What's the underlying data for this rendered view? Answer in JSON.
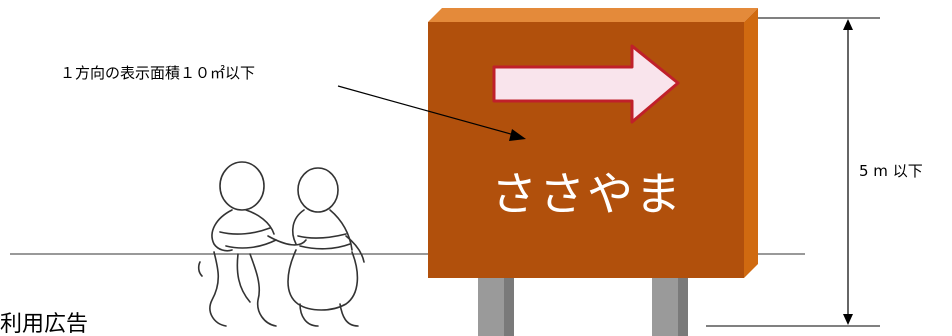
{
  "labels": {
    "area_limit": "１方向の表示面積１０㎡以下",
    "height_limit": "5 m 以下",
    "sign_text": "ささやま",
    "bottom_caption": "利用広告"
  },
  "icons": {
    "arrow": "right-arrow-icon",
    "people": "two-people-walking-icon"
  },
  "colors": {
    "sign_front": "#b1500c",
    "sign_side": "#d06a10",
    "sign_top": "#e48a3a",
    "arrow_fill": "#f9e4ec",
    "arrow_stroke": "#c0202a",
    "post": "#9a9a9a"
  }
}
